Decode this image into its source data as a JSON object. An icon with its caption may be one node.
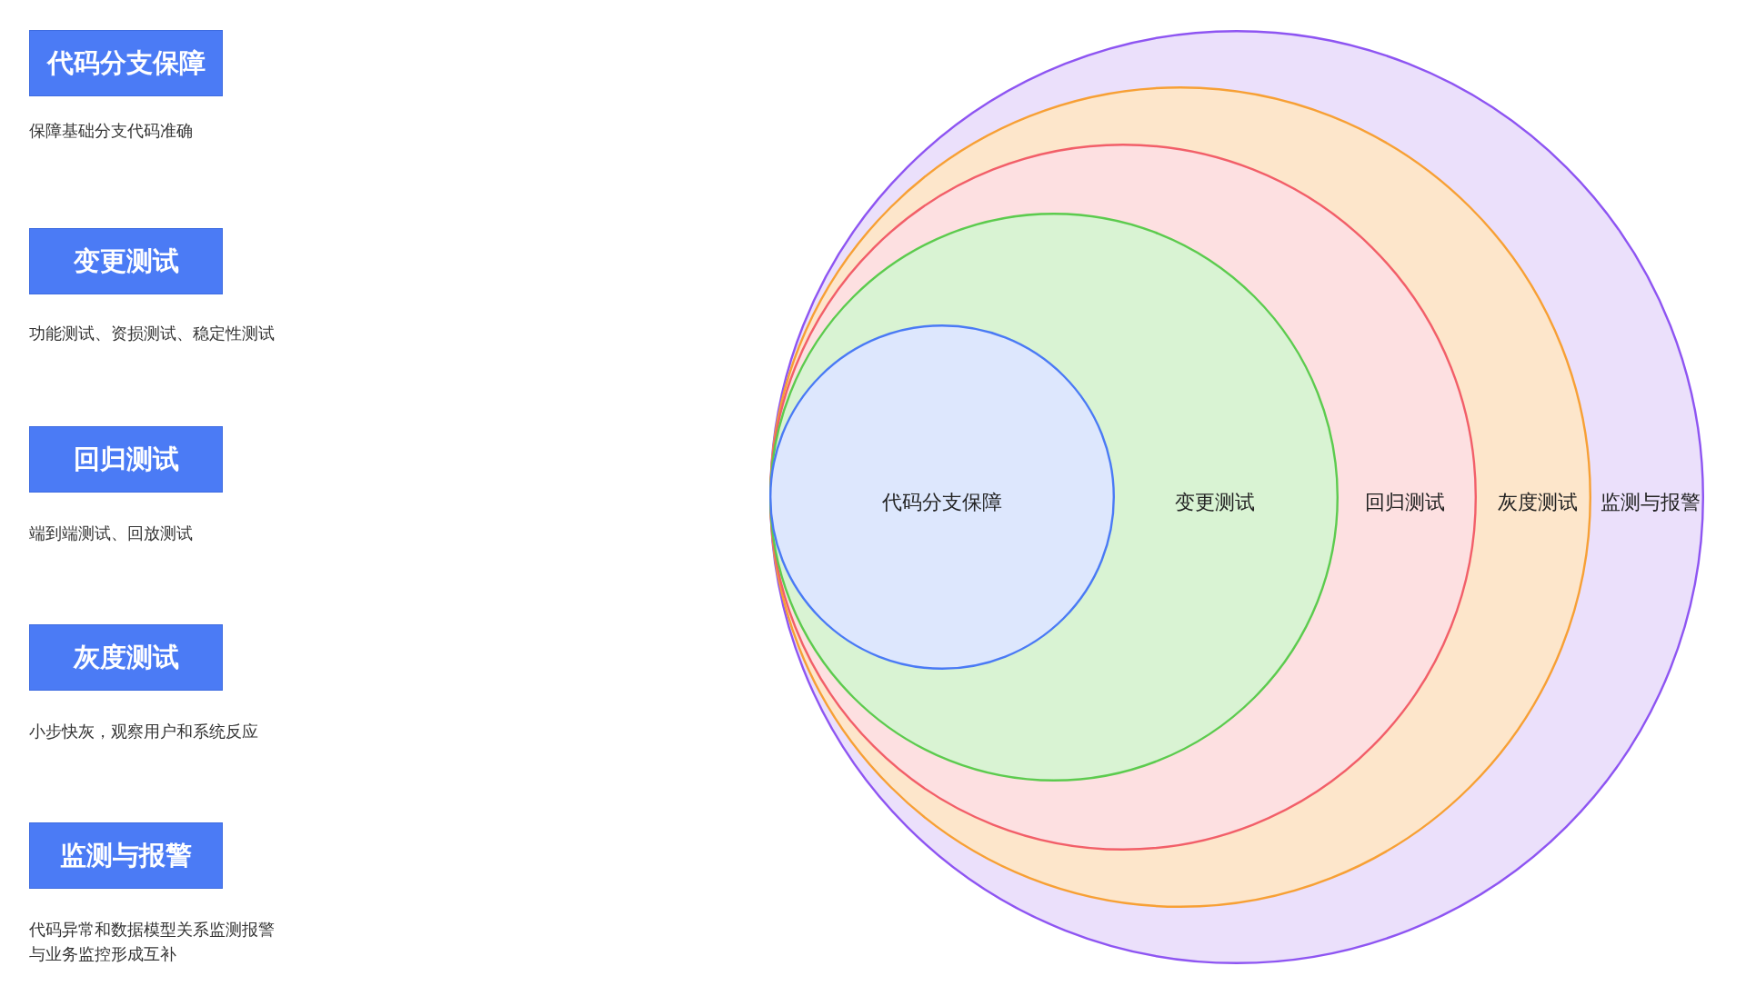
{
  "diagram": {
    "nodes": [
      {
        "text": [
          "代码分支保障"
        ],
        "beside": [
          "保障基础分支代码准确"
        ]
      },
      {
        "text": [
          "变更测试"
        ],
        "beside": [
          "功能测试、资损测试、稳定性测试"
        ]
      },
      {
        "text": [
          "回归测试"
        ],
        "beside": [
          "端到端测试、回放测试"
        ]
      },
      {
        "text": [
          "灰度测试"
        ],
        "beside": [
          "小步快灰，观察用户和系统反应"
        ]
      },
      {
        "text": [
          "监测与报警"
        ],
        "beside": [
          "代码异常和数据模型关系监测报警与业务监控形成互补"
        ]
      },
      {
        "text": [
          "监测与报警"
        ]
      },
      {
        "text": [
          "灰度测试"
        ],
        "in": 5
      },
      {
        "text": [
          "回归测试"
        ],
        "in": 6
      },
      {
        "text": [
          "变更测试"
        ],
        "in": 7
      },
      {
        "text": [
          "代码分支保障"
        ],
        "in": 8
      }
    ]
  }
}
